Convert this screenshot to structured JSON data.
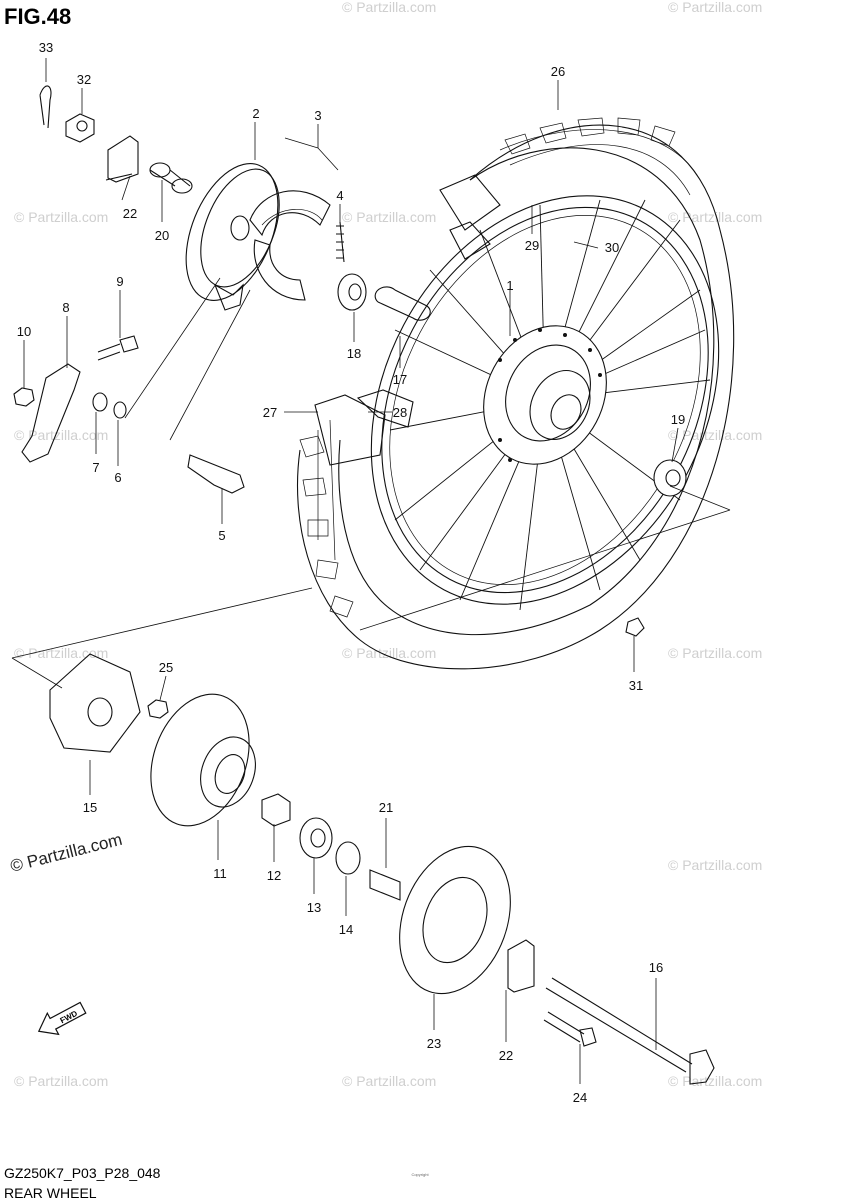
{
  "figure": {
    "title": "FIG.48"
  },
  "footer": {
    "model": "GZ250K7_P03_P28_048",
    "subtitle": "REAR WHEEL",
    "copyright": "Copyright"
  },
  "watermark": {
    "text": "© Partzilla.com"
  },
  "fwd_arrow": {
    "label": "FWD"
  },
  "callouts": [
    {
      "id": "33",
      "text": "33"
    },
    {
      "id": "32",
      "text": "32"
    },
    {
      "id": "22a",
      "text": "22"
    },
    {
      "id": "20",
      "text": "20"
    },
    {
      "id": "2",
      "text": "2"
    },
    {
      "id": "3",
      "text": "3"
    },
    {
      "id": "4",
      "text": "4"
    },
    {
      "id": "9",
      "text": "9"
    },
    {
      "id": "8",
      "text": "8"
    },
    {
      "id": "10",
      "text": "10"
    },
    {
      "id": "7",
      "text": "7"
    },
    {
      "id": "6",
      "text": "6"
    },
    {
      "id": "5",
      "text": "5"
    },
    {
      "id": "18",
      "text": "18"
    },
    {
      "id": "17",
      "text": "17"
    },
    {
      "id": "26",
      "text": "26"
    },
    {
      "id": "29",
      "text": "29"
    },
    {
      "id": "30",
      "text": "30"
    },
    {
      "id": "1",
      "text": "1"
    },
    {
      "id": "27",
      "text": "27"
    },
    {
      "id": "28",
      "text": "28"
    },
    {
      "id": "19",
      "text": "19"
    },
    {
      "id": "31",
      "text": "31"
    },
    {
      "id": "25",
      "text": "25"
    },
    {
      "id": "15",
      "text": "15"
    },
    {
      "id": "11",
      "text": "11"
    },
    {
      "id": "12",
      "text": "12"
    },
    {
      "id": "13",
      "text": "13"
    },
    {
      "id": "14",
      "text": "14"
    },
    {
      "id": "21",
      "text": "21"
    },
    {
      "id": "23",
      "text": "23"
    },
    {
      "id": "22b",
      "text": "22"
    },
    {
      "id": "16",
      "text": "16"
    },
    {
      "id": "24",
      "text": "24"
    }
  ]
}
